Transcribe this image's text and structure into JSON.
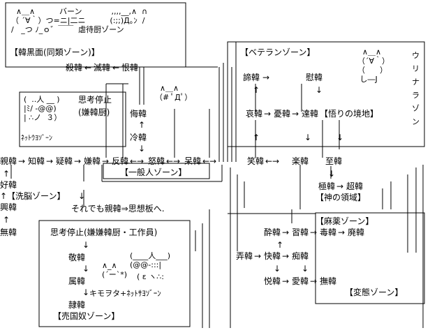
{
  "nodes": {
    "shin": "親韓",
    "chi": "知韓",
    "gi": "疑韓",
    "ken": "嫌韓",
    "han": "反韓",
    "do": "怒韓",
    "aki": "呆韓",
    "sho": "笑韓",
    "raku": "楽韓",
    "shi": "至韓",
    "satsu": "殺韓",
    "metsu": "滅韓",
    "kon": "恨韓",
    "bu": "侮韓",
    "rei": "冷韓",
    "tei": "諦韓",
    "i": "慰韓",
    "ai": "哀韓",
    "yuu": "憂韓",
    "tatsu": "達韓",
    "goku": "極韓",
    "cho": "超韓",
    "kou": "好韓",
    "kyo": "興韓",
    "mu": "無韓",
    "kei": "敬韓",
    "zoku": "属韓",
    "rei2": "隷韓",
    "sui": "酔韓",
    "shuu": "習韓",
    "doku": "毒韓",
    "hai": "廃韓",
    "ro": "弄韓",
    "kai": "快韓",
    "chi2": "痴韓",
    "etsu": "悦韓",
    "ai2": "愛韓",
    "bu2": "撫韓"
  },
  "zones": {
    "kankokumen": "【韓黒面(同類ゾーン)】",
    "veteran": "【ベテランゾーン】",
    "satori": "【悟りの境地】",
    "ippanjin": "【一般人ゾーン】",
    "shinno": "【神の領域】",
    "senno": "↑【洗脳ゾーン】",
    "mayaku": "【麻薬ゾーン】",
    "hentai": "【変態ゾーン】",
    "baikokudo": "【売国奴ゾーン】",
    "netouyo": "ﾈｯﾄｳﾖｿﾞｰﾝ",
    "shikouteishi1": "思考停止",
    "kenkanchuu": "(嫌韓厨)",
    "shikouteishi2": "思考停止(嫌嫌韓厨・工作員)"
  },
  "text": {
    "soredemo": "それでも親韓⇒思想板へ.",
    "kimodota": "キモヲタ+ﾈｯﾄｻﾖｿﾞｰﾝ"
  },
  "art": {
    "top_left": "  ∧＿∧          バーン            ,,,,__,∧  ∩\n（ ´∀｀）つ=ニ|二ニ          (:;;)Д｡ﾝ  /\n/   _つ ﾉ_ｏ゛￣￣  虐待厨ゾーン\n",
    "ukr": "  ∧＿∧\n（# ﾟДﾟ）",
    "netouyo_face": "(  ..人 __ )\n|ﾐ/ -@@)\n| ∴ノ  ３）",
    "veteran_face": "  ∧＿∧\n（´∀｀）\n（      ）\n し―J",
    "uri": "ウ\nリ\nナ\nラ\nゾ\nン",
    "baikoku_face1": "(____人___)\n(@@-:::|",
    "baikoku_face2": "∧_∧\n(´ー`*)",
    "baikoku_face3": "( ε ヽ∴:"
  }
}
